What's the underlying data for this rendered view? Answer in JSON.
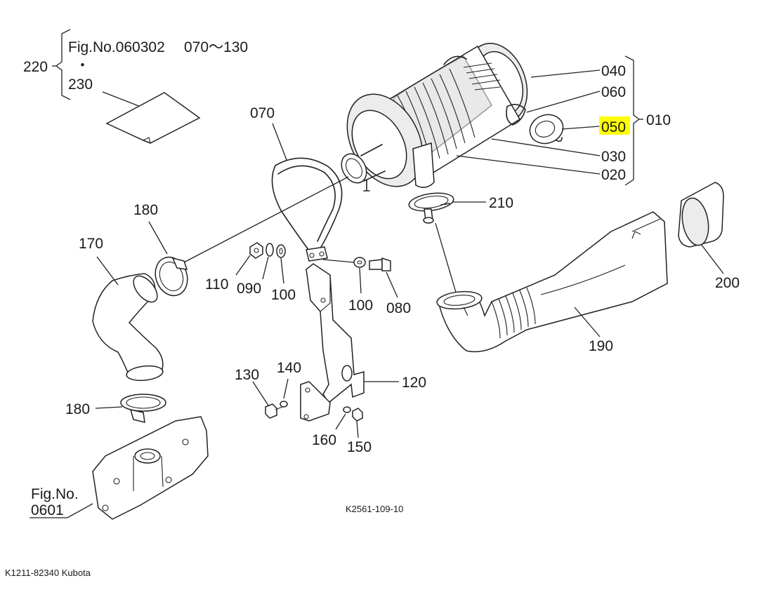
{
  "figure_ref_top": "Fig.No.060302",
  "figure_ref_range": "070～130",
  "figure_ref_dot": "・",
  "figure_ref_bottom_l1": "Fig.No.",
  "figure_ref_bottom_l2": "0601",
  "drawing_code": "K2561-109-10",
  "footer": "K1211-82340 Kubota",
  "highlight_color": "#ffff00",
  "parts": {
    "p010": "010",
    "p020": "020",
    "p030": "030",
    "p040": "040",
    "p050": "050",
    "p060": "060",
    "p070": "070",
    "p080": "080",
    "p090": "090",
    "p100a": "100",
    "p100b": "100",
    "p110": "110",
    "p120": "120",
    "p130": "130",
    "p140": "140",
    "p150": "150",
    "p160": "160",
    "p170": "170",
    "p180a": "180",
    "p180b": "180",
    "p190": "190",
    "p200": "200",
    "p210": "210",
    "p220": "220",
    "p230": "230"
  }
}
